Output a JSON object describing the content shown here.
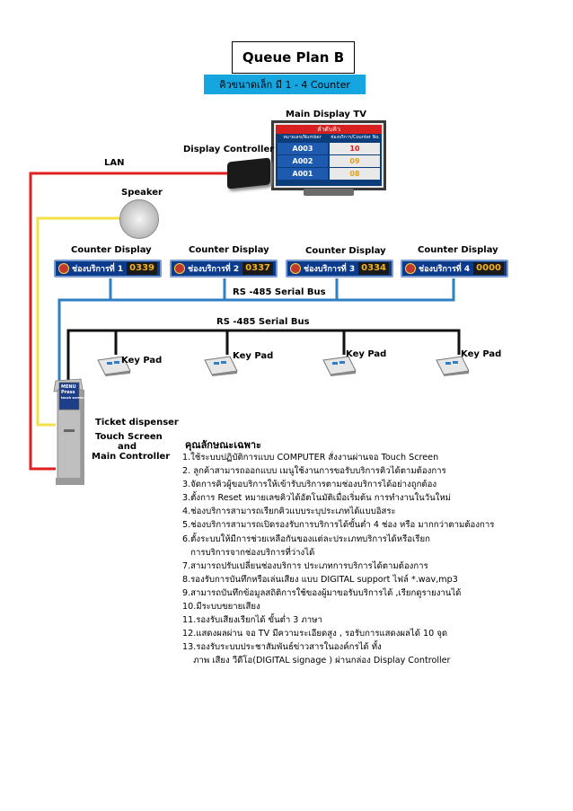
{
  "title": "Queue  Plan B",
  "subtitle": "คิวขนาดเล็ก มี  1 - 4 Counter",
  "labels": {
    "main_display": "Main Display  TV",
    "display_controller": "Display Controller",
    "lan": "LAN",
    "speaker": "Speaker",
    "rs485_top": "RS -485 Serial Bus",
    "rs485_bottom": "RS -485 Serial Bus",
    "ticket_dispenser": "Ticket dispenser",
    "touch_screen": "Touch Screen",
    "and": "and",
    "main_controller": "Main Controller"
  },
  "tv": {
    "header": "ลำดับคิว",
    "col_queue": "หมายเลข/Number",
    "col_counter": "ช่องบริการ/Counter No.",
    "rows": [
      {
        "queue": "A003",
        "counter": "10"
      },
      {
        "queue": "A002",
        "counter": "09"
      },
      {
        "queue": "A001",
        "counter": "08"
      }
    ]
  },
  "counters": [
    {
      "label": "Counter Display",
      "text": "ช่องบริการที่ 1",
      "number": "0339"
    },
    {
      "label": "Counter Display",
      "text": "ช่องบริการที่ 2",
      "number": "0337"
    },
    {
      "label": "Counter Display",
      "text": "ช่องบริการที่ 3",
      "number": "0334"
    },
    {
      "label": "Counter Display",
      "text": "ช่องบริการที่ 4",
      "number": "0000"
    }
  ],
  "keypads": [
    {
      "label": "Key Pad"
    },
    {
      "label": "Key Pad"
    },
    {
      "label": "Key Pad"
    },
    {
      "label": "Key Pad"
    }
  ],
  "kiosk_screen": {
    "menu": "MENU",
    "line1": "Press",
    "line2": "touch screen"
  },
  "features": {
    "heading": "คุณลักษณะเฉพาะ",
    "items": [
      "1.ใช้ระบบปฏิบัติการแบบ COMPUTER  สั่งงานผ่านจอ Touch Screen",
      "2. ลูกค้าสามารถออกแบบ เมนูใช้งานการขอรับบริการคิวได้ตามต้องการ",
      "3.จัดการคิวผู้ขอบริการให้เข้ารับบริการตามช่องบริการได้อย่างถูกต้อง",
      "3.ตั้งการ Reset หมายเลขคิวได้อัตโนมัติเมื่อเริ่มต้น การทำงานในวันใหม่",
      "4.ช่องบริการสามารถเรียกคิวแบบระบุประเภทได้แบบอิสระ",
      "5.ช่องบริการสามารถเปิดรองรับการบริการได้ขั้นต่ำ 4  ช่อง หรือ มากกว่าตามต้องการ",
      "6.ตั้งระบบให้มีการช่วยเหลือกันของแต่ละประเภทบริการได้หรือเรียก",
      "   การบริการจากช่องบริการที่ว่างได้",
      "7.สามารถปรับเปลี่ยนช่องบริการ ประเภทการบริการได้ตามต้องการ",
      "8.รองรับการบันทึกหรือเล่นเสียง แบบ DIGITAL  support  ไฟล์ *.wav,mp3",
      "9.สามารถบันทึกข้อมูลสถิติการใช้ของผู้มาขอรับบริการได้ ,เรียกดูรายงานได้",
      "10.มีระบบขยายเสียง",
      "11.รองรับเสียงเรียกได้ ขั้นต่ำ 3 ภาษา",
      "12.แสดงผลผ่าน จอ TV มีความระเอียดสูง  , รอรับการแสดงผลได้ 10 จุด",
      "13.รองรับระบบประชาสัมพันธ์ข่าวสารในองค์กรได้ ทั้ง",
      "    ภาพ เสียง วีดีโอ(DIGITAL signage ) ผ่านกล่อง Display Controller"
    ]
  },
  "colors": {
    "lan_wire": "#e02020",
    "speaker_wire": "#f4e04a",
    "rs485_blue": "#2f7fc4",
    "rs485_black": "#111111",
    "subtitle_bg": "#16a6df"
  }
}
